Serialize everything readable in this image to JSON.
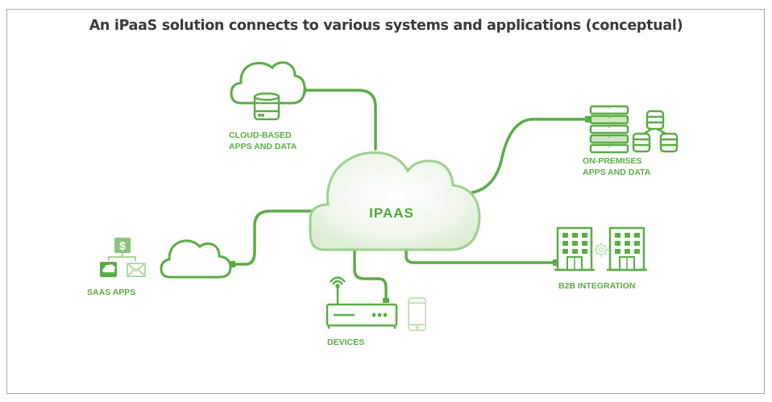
{
  "title": "An iPaaS solution connects to various systems and applications (conceptual)",
  "colors": {
    "accent": "#5aad45",
    "accent_light": "#a9d69a",
    "hub_fill": "#eaf4e6",
    "frame_border": "#a6a6a6",
    "title_text": "#3a3a3a"
  },
  "hub": {
    "label": "IPAAS",
    "icon": "cloud-icon"
  },
  "nodes": {
    "cloud_based": {
      "line1": "CLOUD-BASED",
      "line2": "APPS AND DATA",
      "icons": [
        "cloud-icon",
        "database-icon"
      ]
    },
    "on_premises": {
      "line1": "ON-PREMISES",
      "line2": "APPS AND DATA",
      "icons": [
        "server-rack-icon",
        "database-network-icon"
      ]
    },
    "saas": {
      "line1": "SAAS APPS",
      "icons": [
        "dollar-icon",
        "salesforce-cloud-icon",
        "mail-icon",
        "cloud-icon"
      ]
    },
    "devices": {
      "line1": "DEVICES",
      "icons": [
        "router-icon",
        "smartphone-icon"
      ]
    },
    "b2b": {
      "line1": "B2B INTEGRATION",
      "icons": [
        "building-icon",
        "gear-icon",
        "building-icon"
      ]
    }
  }
}
